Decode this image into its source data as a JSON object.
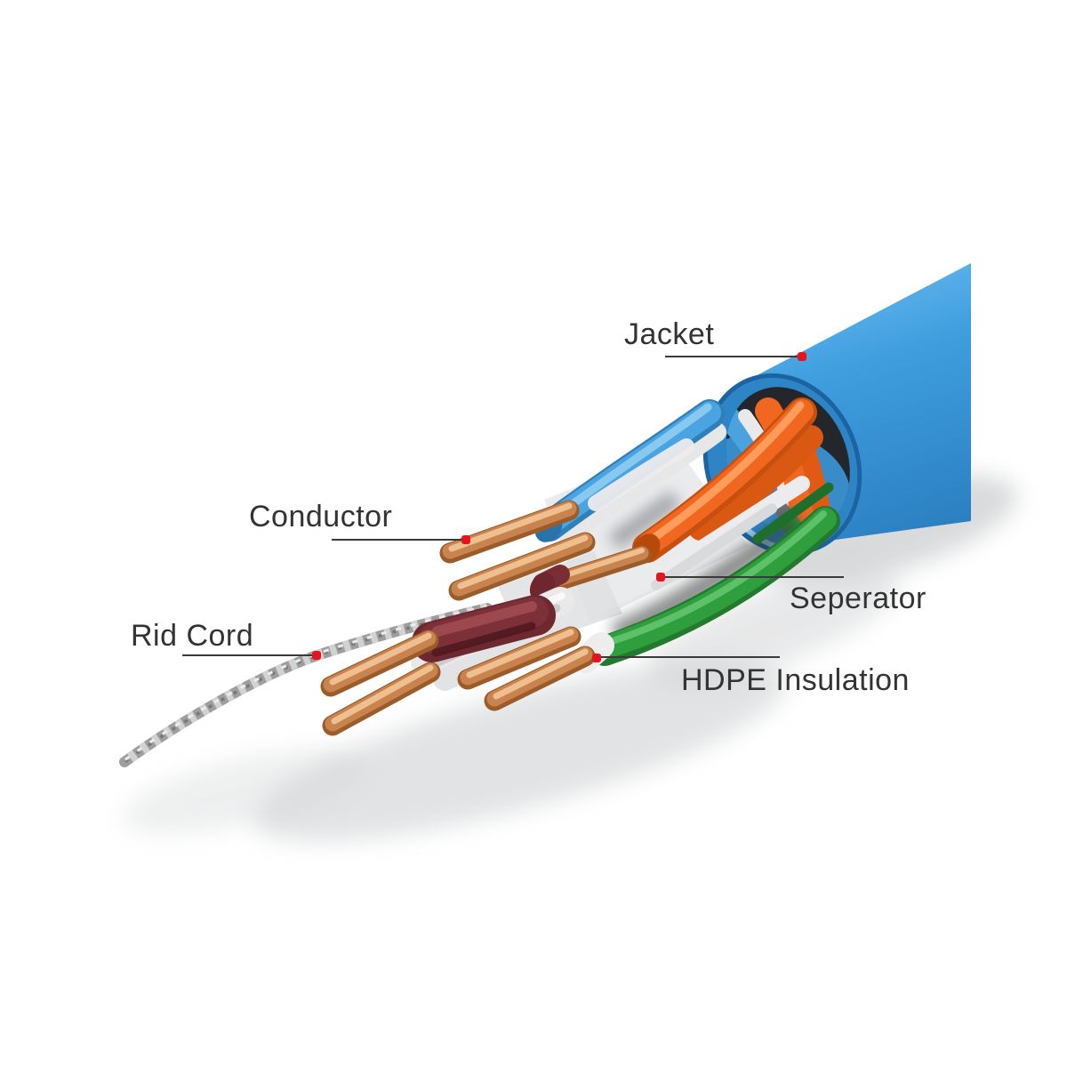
{
  "diagram": {
    "annotations": [
      {
        "id": "jacket",
        "label": "Jacket"
      },
      {
        "id": "conductor",
        "label": "Conductor"
      },
      {
        "id": "rip-cord",
        "label": "Rid Cord"
      },
      {
        "id": "separator",
        "label": "Seperator"
      },
      {
        "id": "hdpe-insulation",
        "label": "HDPE Insulation"
      }
    ],
    "colors": {
      "background": "#ffffff",
      "jacket_blue": "#3f9ede",
      "jacket_blue_light": "#66b9ee",
      "jacket_blue_dark": "#1c63a2",
      "cavity_dark": "#23262b",
      "copper": "#c8834e",
      "copper_highlight": "#eec090",
      "copper_shadow": "#9c5c2a",
      "orange_insulation": "#f2671f",
      "green_insulation": "#2f9e3d",
      "maroon_insulation": "#7a2d34",
      "white_insulation": "#ececec",
      "rip_cord_gray": "#9e9e9e",
      "leader_line": "#3a3a3a",
      "marker_red": "#e8131d",
      "label_text": "#333333"
    }
  }
}
